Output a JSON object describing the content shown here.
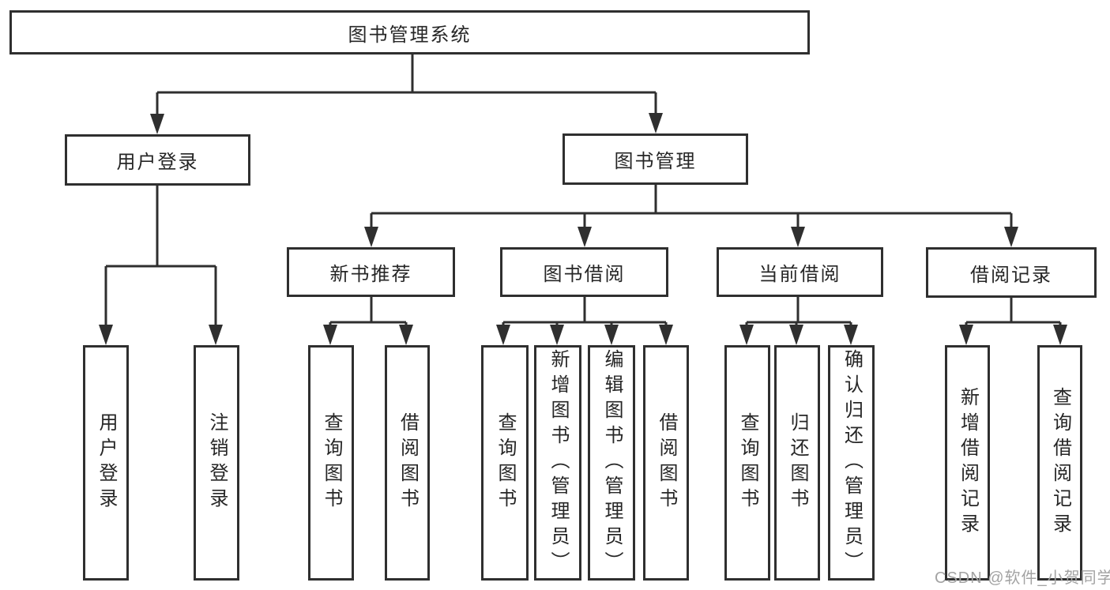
{
  "diagram": {
    "title": "图书管理系统",
    "root": {
      "label": "图书管理系统"
    },
    "level2": [
      {
        "label": "用户登录"
      },
      {
        "label": "图书管理"
      }
    ],
    "level3": [
      {
        "label": "新书推荐",
        "parent": "图书管理"
      },
      {
        "label": "图书借阅",
        "parent": "图书管理"
      },
      {
        "label": "当前借阅",
        "parent": "图书管理"
      },
      {
        "label": "借阅记录",
        "parent": "图书管理"
      }
    ],
    "leaves": [
      {
        "label": "用户登录",
        "parent": "用户登录"
      },
      {
        "label": "注销登录",
        "parent": "用户登录"
      },
      {
        "label": "查询图书",
        "parent": "新书推荐"
      },
      {
        "label": "借阅图书",
        "parent": "新书推荐"
      },
      {
        "label": "查询图书",
        "parent": "图书借阅"
      },
      {
        "label": "新增图书（管理员）",
        "parent": "图书借阅"
      },
      {
        "label": "编辑图书（管理员）",
        "parent": "图书借阅"
      },
      {
        "label": "借阅图书",
        "parent": "图书借阅"
      },
      {
        "label": "查询图书",
        "parent": "当前借阅"
      },
      {
        "label": "归还图书",
        "parent": "当前借阅"
      },
      {
        "label": "确认归还（管理员）",
        "parent": "当前借阅"
      },
      {
        "label": "新增借阅记录",
        "parent": "借阅记录"
      },
      {
        "label": "查询借阅记录",
        "parent": "借阅记录"
      }
    ]
  },
  "colors": {
    "line": "#2f2f2f",
    "box_border": "#2f2f2f",
    "text": "#262626",
    "background": "#ffffff",
    "watermark": "#a3a3a3"
  },
  "watermark": {
    "text": "CSDN @软件_小贺同学"
  }
}
